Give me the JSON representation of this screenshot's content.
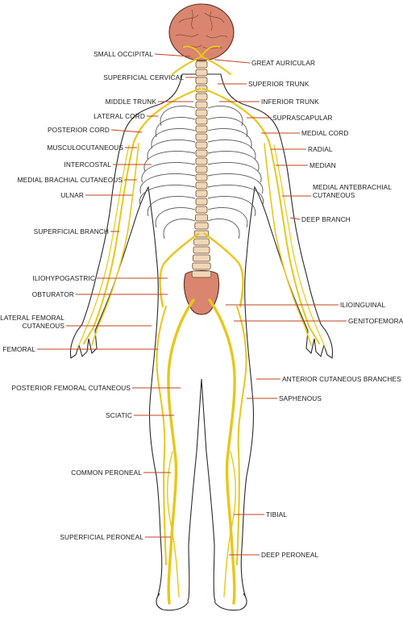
{
  "colors": {
    "nerve": "#e8c71a",
    "brain": "#d9856f",
    "leader": "#c0431f",
    "outline": "#2a2a2a"
  },
  "labels_left": [
    {
      "id": "small-occipital",
      "text": "SMALL OCCIPITAL"
    },
    {
      "id": "superficial-cervical",
      "text": "SUPERFICIAL CERVICAL"
    },
    {
      "id": "middle-trunk",
      "text": "MIDDLE TRUNK"
    },
    {
      "id": "lateral-cord",
      "text": "LATERAL CORD"
    },
    {
      "id": "posterior-cord",
      "text": "POSTERIOR CORD"
    },
    {
      "id": "musculocutaneous",
      "text": "MUSCULOCUTANEOUS"
    },
    {
      "id": "intercostal",
      "text": "INTERCOSTAL"
    },
    {
      "id": "medial-brachial-cutaneous",
      "text": "MEDIAL BRACHIAL CUTANEOUS"
    },
    {
      "id": "ulnar",
      "text": "ULNAR"
    },
    {
      "id": "superficial-branch",
      "text": "SUPERFICIAL BRANCH"
    },
    {
      "id": "iliohypogastric",
      "text": "ILIOHYPOGASTRIC"
    },
    {
      "id": "obturator",
      "text": "OBTURATOR"
    },
    {
      "id": "lateral-femoral-1",
      "text": "LATERAL FEMORAL"
    },
    {
      "id": "lateral-femoral-2",
      "text": "CUTANEOUS"
    },
    {
      "id": "femoral",
      "text": "FEMORAL"
    },
    {
      "id": "posterior-femoral-cutaneous",
      "text": "POSTERIOR FEMORAL CUTANEOUS"
    },
    {
      "id": "sciatic",
      "text": "SCIATIC"
    },
    {
      "id": "common-peroneal",
      "text": "COMMON PERONEAL"
    },
    {
      "id": "superficial-peroneal",
      "text": "SUPERFICIAL PERONEAL"
    }
  ],
  "labels_right": [
    {
      "id": "great-auricular",
      "text": "GREAT AURICULAR"
    },
    {
      "id": "superior-trunk",
      "text": "SUPERIOR TRUNK"
    },
    {
      "id": "inferior-trunk",
      "text": "INFERIOR TRUNK"
    },
    {
      "id": "suprascapular",
      "text": "SUPRASCAPULAR"
    },
    {
      "id": "medial-cord",
      "text": "MEDIAL CORD"
    },
    {
      "id": "radial",
      "text": "RADIAL"
    },
    {
      "id": "median",
      "text": "MEDIAN"
    },
    {
      "id": "medial-antebrachial-1",
      "text": "MEDIAL ANTEBRACHIAL"
    },
    {
      "id": "medial-antebrachial-2",
      "text": "CUTANEOUS"
    },
    {
      "id": "deep-branch",
      "text": "DEEP BRANCH"
    },
    {
      "id": "ilioinguinal",
      "text": "ILIOINGUINAL"
    },
    {
      "id": "genitofemoral",
      "text": "GENITOFEMORAL"
    },
    {
      "id": "anterior-cutaneous-branches",
      "text": "ANTERIOR CUTANEOUS BRANCHES"
    },
    {
      "id": "saphenous",
      "text": "SAPHENOUS"
    },
    {
      "id": "tibial",
      "text": "TIBIAL"
    },
    {
      "id": "deep-peroneal",
      "text": "DEEP PERONEAL"
    }
  ]
}
